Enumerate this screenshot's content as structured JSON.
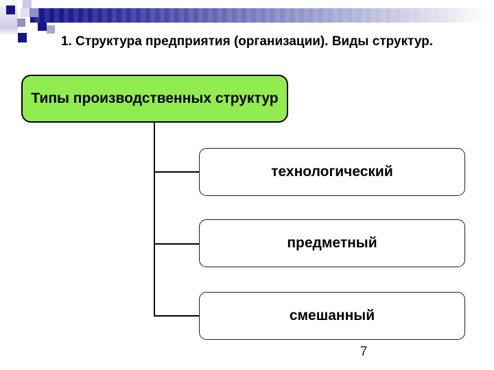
{
  "title": "1. Структура предприятия (организации). Виды структур.",
  "page_number": "7",
  "diagram": {
    "root": {
      "label": "Типы производственных структур"
    },
    "children": [
      {
        "label": "технологический"
      },
      {
        "label": "предметный"
      },
      {
        "label": "смешанный"
      }
    ]
  },
  "colors": {
    "root_fill": "#90ec4f",
    "node_border": "#1a1a1a",
    "connector": "#000000",
    "header_navy": "#16168c",
    "header_slate": "#9191c5",
    "header_lavender": "#a8a8d0",
    "header_pale": "#c9c9e6",
    "title_color": "#000000"
  }
}
